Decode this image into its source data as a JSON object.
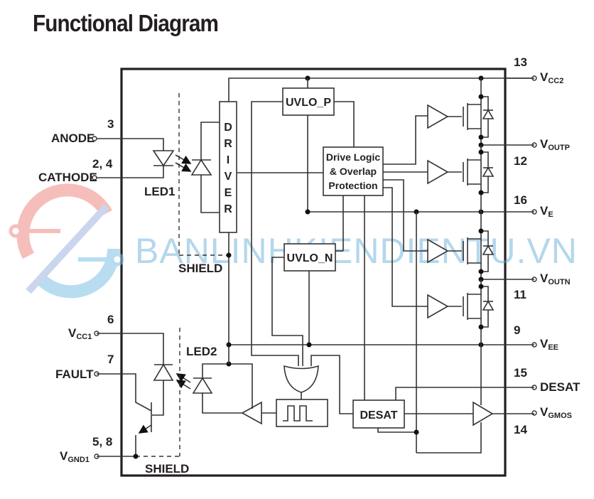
{
  "title": "Functional Diagram",
  "pins_left": [
    {
      "number": "3",
      "name": "ANODE"
    },
    {
      "number": "2, 4",
      "name": "CATHODE"
    },
    {
      "number": "6",
      "name": "V",
      "sub": "CC1"
    },
    {
      "number": "7",
      "name": "FAULT"
    },
    {
      "number": "5, 8",
      "name": "V",
      "sub": "GND1"
    }
  ],
  "pins_right": [
    {
      "number": "13",
      "name": "V",
      "sub": "CC2"
    },
    {
      "number": "12",
      "name": "V",
      "sub": "OUTP"
    },
    {
      "number": "16",
      "name": "V",
      "sub": "E"
    },
    {
      "number": "11",
      "name": "V",
      "sub": "OUTN"
    },
    {
      "number": "9",
      "name": "V",
      "sub": "EE"
    },
    {
      "number": "15",
      "name": "DESAT"
    },
    {
      "number": "14",
      "name": "V",
      "sub": "GMOS"
    }
  ],
  "blocks": {
    "uvlo_p": "UVLO_P",
    "uvlo_n": "UVLO_N",
    "drive_logic": [
      "Drive Logic",
      "& Overlap",
      "Protection"
    ],
    "driver_letters": [
      "D",
      "R",
      "I",
      "V",
      "E",
      "R"
    ],
    "desat": "DESAT"
  },
  "labels": {
    "led1": "LED1",
    "led2": "LED2",
    "shield_top": "SHIELD",
    "shield_bottom": "SHIELD"
  },
  "watermark": "BANLINHKIENDIENTU.VN"
}
